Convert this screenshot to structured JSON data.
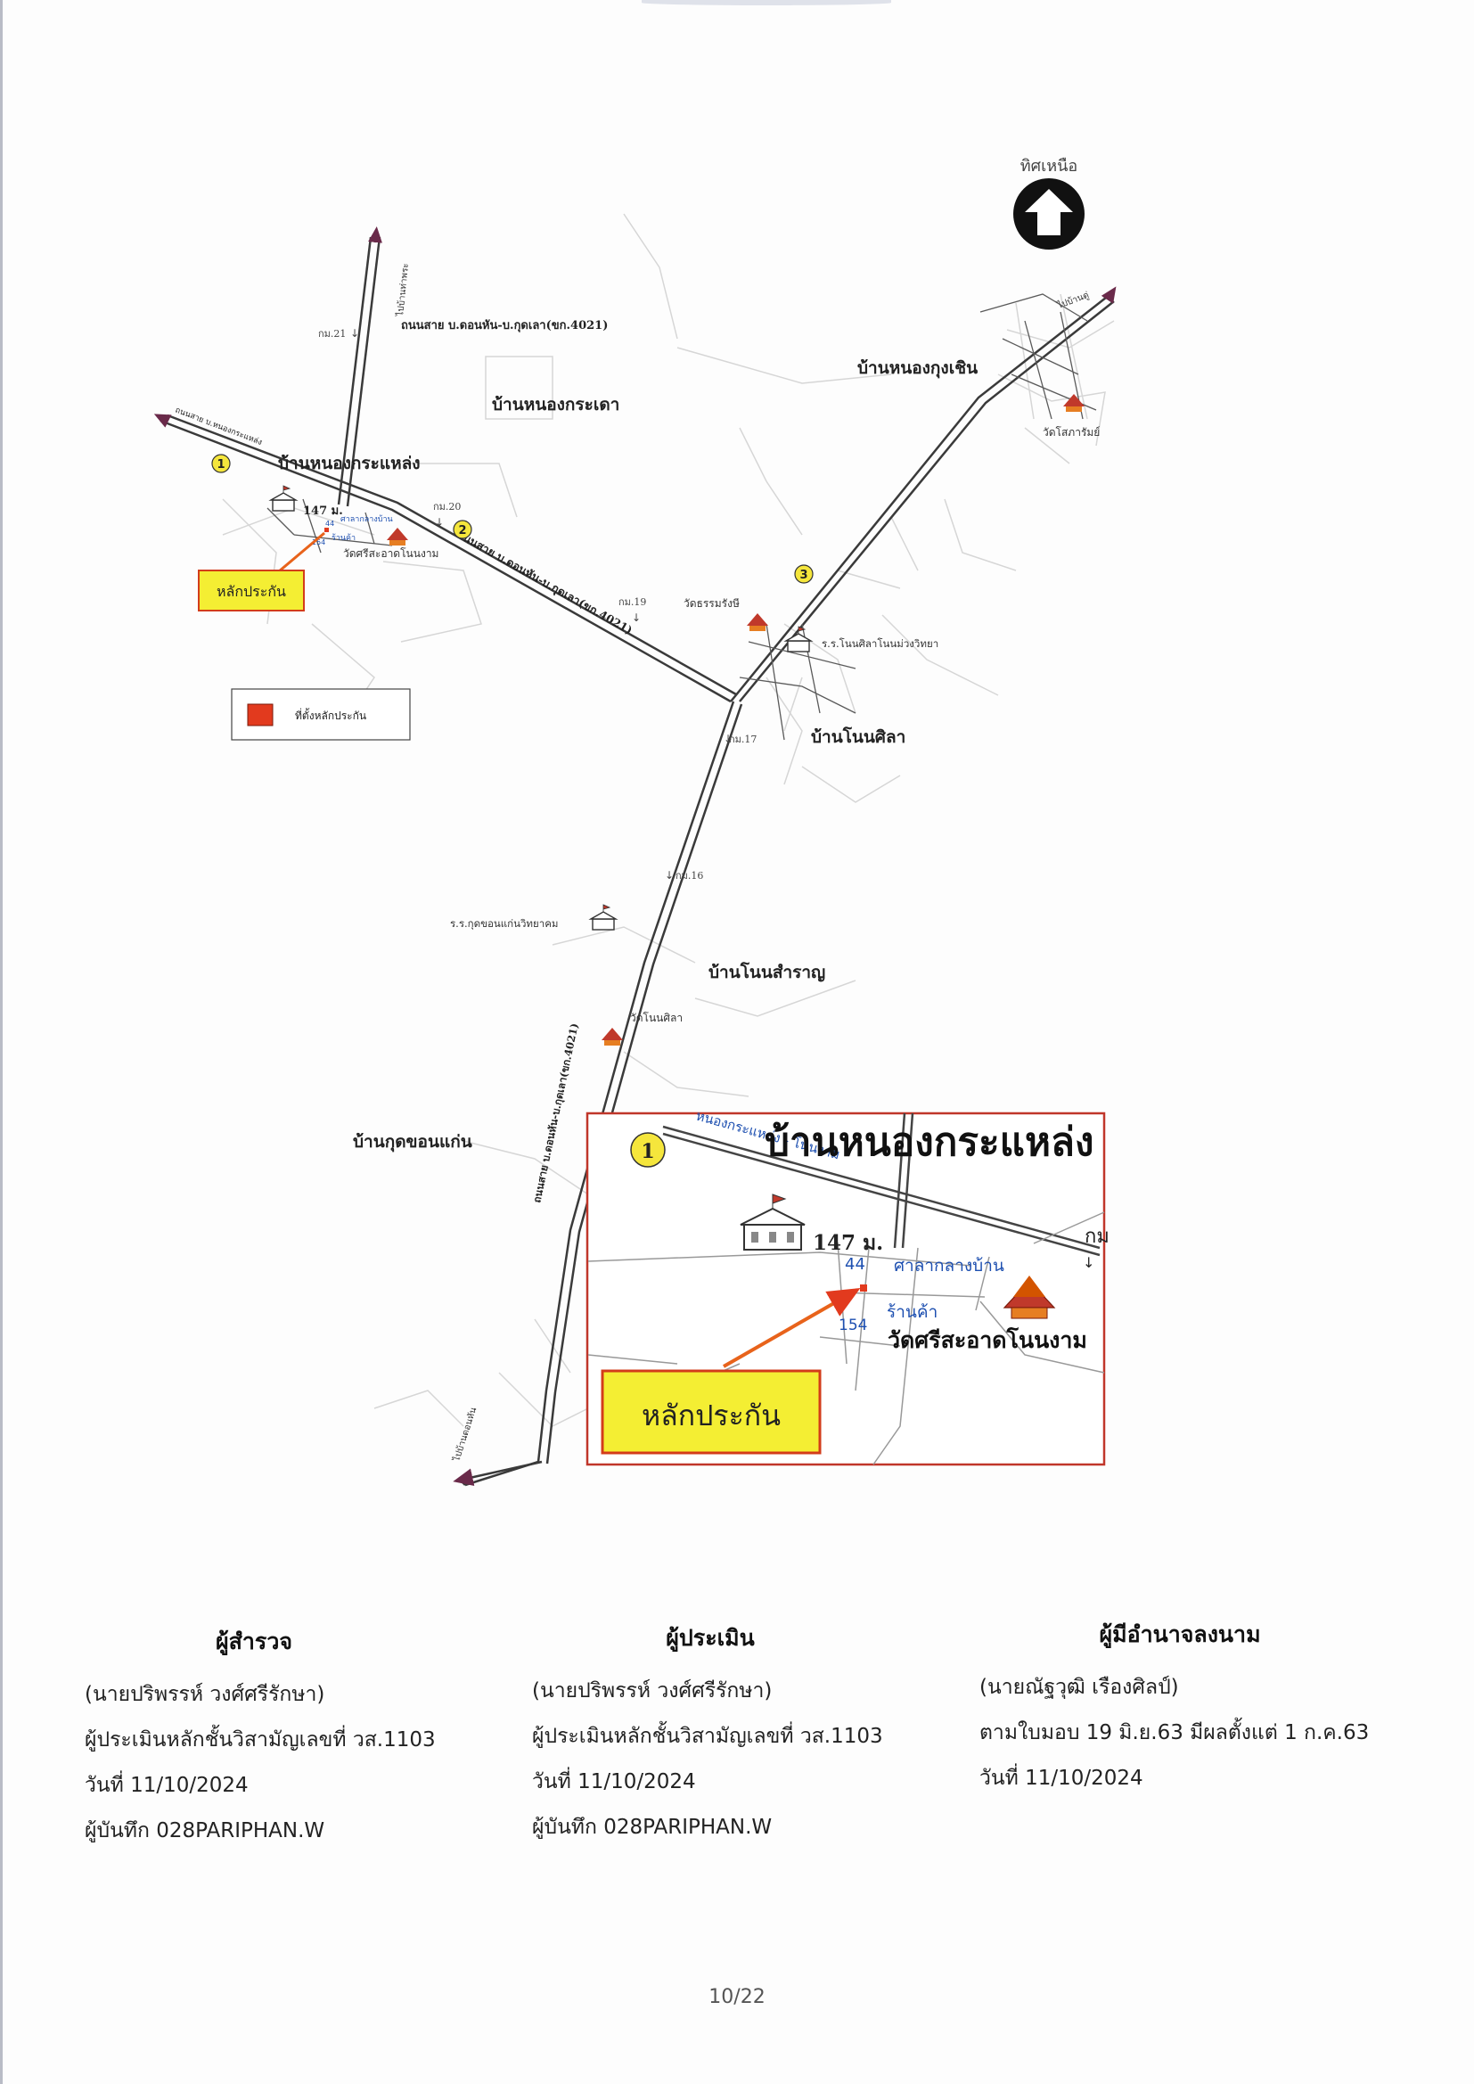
{
  "map": {
    "compass": {
      "label": "ทิศเหนือ",
      "icon": "north-arrow-icon"
    },
    "road_name_horizontal": "ถนนสาย บ.ดอนหัน-บ.กุดเลา(ขก.4021)",
    "road_name_vertical": "ถนนสาย บ.ดอนหัน-บ.กุดเลา(ขก.4021)",
    "road_name_northwest": "ถนนสาย บ.หนองกระแหล่ง",
    "road_label_north": "ไปบ้านท่าพระ",
    "road_label_northeast": "ไปบ้านดู่",
    "road_label_south": "ไปบ้านดอนหัน",
    "km_markers": [
      "กม.21",
      "กม.20",
      "กม.19",
      "กม.17",
      "กม.16"
    ],
    "villages": [
      "บ้านหนองกุงเชิน",
      "บ้านหนองกระเดา",
      "บ้านหนองกระแหล่ง",
      "บ้านโนนศิลา",
      "บ้านโนนสำราญ",
      "บ้านกุดขอนแก่น"
    ],
    "temples": [
      "วัดโสภารัมย์",
      "วัดศรีสะอาดโนนงาม",
      "วัดธรรมรังษี",
      "วัดโนนศิลา"
    ],
    "schools": [
      "ร.ร.โนนศิลาโนนม่วงวิทยา",
      "ร.ร.กุดขอนแก่นวิทยาคม"
    ],
    "landmarks": {
      "house_no": "147 ม.",
      "community_hall": "ศาลากลางบ้าน",
      "shop": "ร้านค้า",
      "parcel_a": "44",
      "parcel_b": "154"
    },
    "callouts": [
      "1",
      "2",
      "3"
    ],
    "collateral_label": "หลักประกัน",
    "legend_label": "ที่ตั้งหลักประกัน",
    "colors": {
      "collateral": "#e23a1e",
      "callout_fill": "#f5e63c",
      "road": "#3a3a3a",
      "label_box": "#f4ee33"
    }
  },
  "inset": {
    "callout": "1",
    "village": "บ้านหนองกระแหล่ง",
    "road_text": "หนองกระแหล่ง - โนนงาม",
    "house_no": "147 ม.",
    "community_hall": "ศาลากลางบ้าน",
    "shop": "ร้านค้า",
    "temple": "วัดศรีสะอาดโนนงาม",
    "parcel_a": "44",
    "parcel_b": "154",
    "km": "กม",
    "collateral_label": "หลักประกัน"
  },
  "signatures": [
    {
      "role": "ผู้สำรวจ",
      "name": "(นายปริพรรห์ วงศ์ศรีรักษา)",
      "lines": [
        "ผู้ประเมินหลักชั้นวิสามัญเลขที่ วส.1103",
        "วันที่ 11/10/2024",
        "ผู้บันทึก 028PARIPHAN.W"
      ]
    },
    {
      "role": "ผู้ประเมิน",
      "name": "(นายปริพรรห์ วงศ์ศรีรักษา)",
      "lines": [
        "ผู้ประเมินหลักชั้นวิสามัญเลขที่ วส.1103",
        "วันที่ 11/10/2024",
        "ผู้บันทึก 028PARIPHAN.W"
      ]
    },
    {
      "role": "ผู้มีอำนาจลงนาม",
      "name": "(นายณัฐวุฒิ เรืองศิลป์)",
      "lines": [
        "ตามใบมอบ 19 มิ.ย.63 มีผลตั้งแต่ 1 ก.ค.63",
        "วันที่ 11/10/2024"
      ]
    }
  ],
  "page_number": "10/22"
}
